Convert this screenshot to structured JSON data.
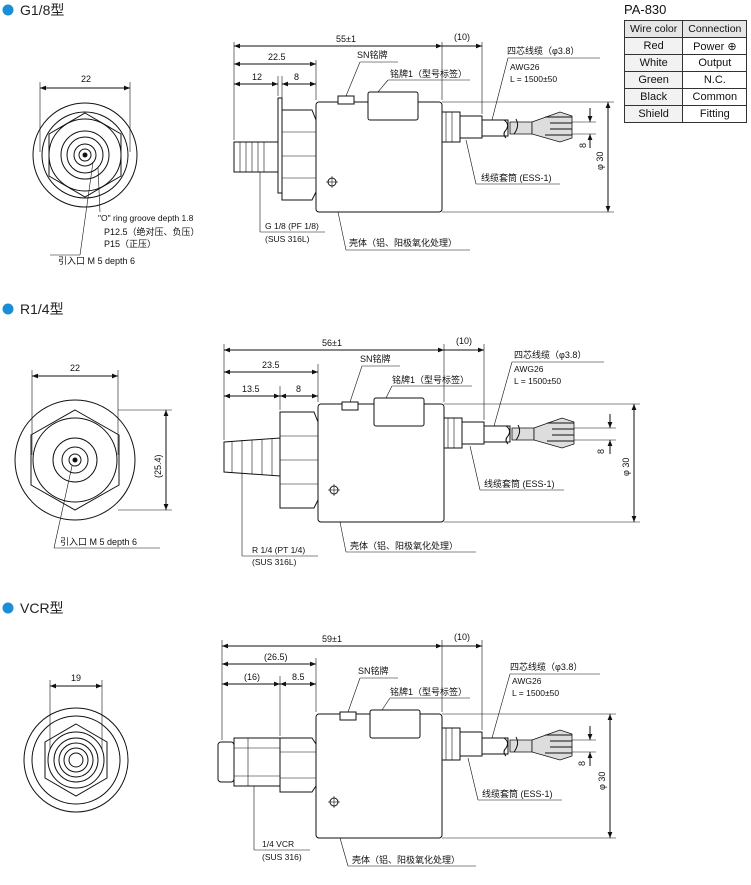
{
  "sections": [
    {
      "title": "G1/8型"
    },
    {
      "title": "R1/4型"
    },
    {
      "title": "VCR型"
    }
  ],
  "pa": {
    "model": "PA-830",
    "headers": [
      "Wire color",
      "Connection"
    ],
    "rows": [
      [
        "Red",
        "Power ⊕"
      ],
      [
        "White",
        "Output"
      ],
      [
        "Green",
        "N.C."
      ],
      [
        "Black",
        "Common"
      ],
      [
        "Shield",
        "Fitting"
      ]
    ]
  },
  "g18": {
    "dim_front": "22",
    "dim_total": "55±1",
    "dim_cable": "(10)",
    "dim_a": "22.5",
    "dim_b": "12",
    "dim_c": "8",
    "sn": "SN铭牌",
    "plate": "铭牌1（型号标签）",
    "cable": "四芯线缆（φ3.8）",
    "awg": "AWG26",
    "len": "L = 1500±50",
    "dim_8": "8",
    "dim_30": "φ 30",
    "sleeve": "线缆套筒 (ESS-1)",
    "housing": "壳体（铝、阳极氧化处理）",
    "thread1": "G 1/8 (PF 1/8)",
    "thread2": "(SUS 316L)",
    "oring": "\"O\" ring groove depth 1.8",
    "p1": "P12.5（绝对压、负压）",
    "p2": "P15（正压）",
    "inlet": "引入口  M 5 depth 6"
  },
  "r14": {
    "dim_front": "22",
    "dim_side": "(25.4)",
    "dim_total": "56±1",
    "dim_cable": "(10)",
    "dim_a": "23.5",
    "dim_b": "13.5",
    "dim_c": "8",
    "sn": "SN铭牌",
    "plate": "铭牌1（型号标签）",
    "cable": "四芯线缆（φ3.8）",
    "awg": "AWG26",
    "len": "L = 1500±50",
    "dim_8": "8",
    "dim_30": "φ 30",
    "sleeve": "线缆套筒 (ESS-1)",
    "housing": "壳体（铝、阳极氧化处理）",
    "thread1": "R 1/4 (PT 1/4)",
    "thread2": "(SUS 316L)",
    "inlet": "引入口  M 5 depth 6"
  },
  "vcr": {
    "dim_front": "19",
    "dim_total": "59±1",
    "dim_cable": "(10)",
    "dim_a": "(26.5)",
    "dim_b": "(16)",
    "dim_c": "8.5",
    "sn": "SN铭牌",
    "plate": "铭牌1（型号标签）",
    "cable": "四芯线缆（φ3.8）",
    "awg": "AWG26",
    "len": "L = 1500±50",
    "dim_8": "8",
    "dim_30": "φ 30",
    "sleeve": "线缆套筒 (ESS-1)",
    "housing": "壳体（铝、阳极氧化处理）",
    "thread1": "1/4 VCR",
    "thread2": "(SUS 316)"
  }
}
